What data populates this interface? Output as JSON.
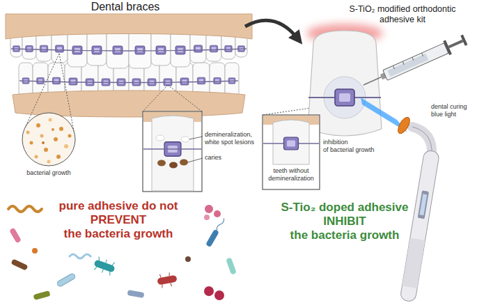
{
  "diagram": {
    "labels": [
      "Dental braces",
      "S-TiO₂ modified orthodontic adhesive kit",
      "bacterial growth",
      "demineralization, white spot lesions",
      "caries",
      "inhibition of bacterial growth",
      "dental curing blue light",
      "teeth without demineralization",
      "pure adhesive do not PREVENT the bacteria growth",
      "S-Tio₂ doped adhesive INHIBIT the bacteria growth"
    ]
  }
}
